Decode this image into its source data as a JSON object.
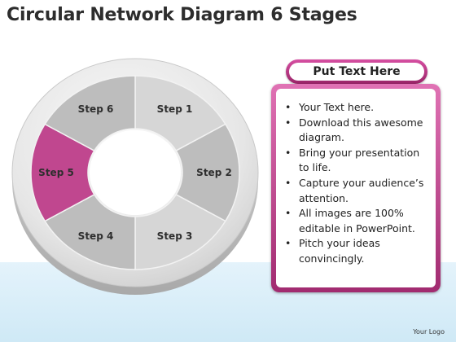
{
  "title": "Circular Network Diagram 6 Stages",
  "diagram": {
    "steps": [
      "Step 1",
      "Step 2",
      "Step 3",
      "Step 4",
      "Step 5",
      "Step 6"
    ],
    "highlighted_step": 4,
    "colors": {
      "highlight": "#c0478f",
      "segment_light": "#d6d6d6",
      "segment_dark": "#bdbdbd",
      "rim": "#e8e8e8"
    }
  },
  "text_panel": {
    "header": "Put Text Here",
    "bullets": [
      "Your Text here.",
      "Download this awesome diagram.",
      "Bring your presentation to life.",
      "Capture your audience’s attention.",
      "All images are 100% editable in PowerPoint.",
      "Pitch your ideas convincingly."
    ],
    "accent_color": "#b8357f"
  },
  "footer": "Your Logo"
}
